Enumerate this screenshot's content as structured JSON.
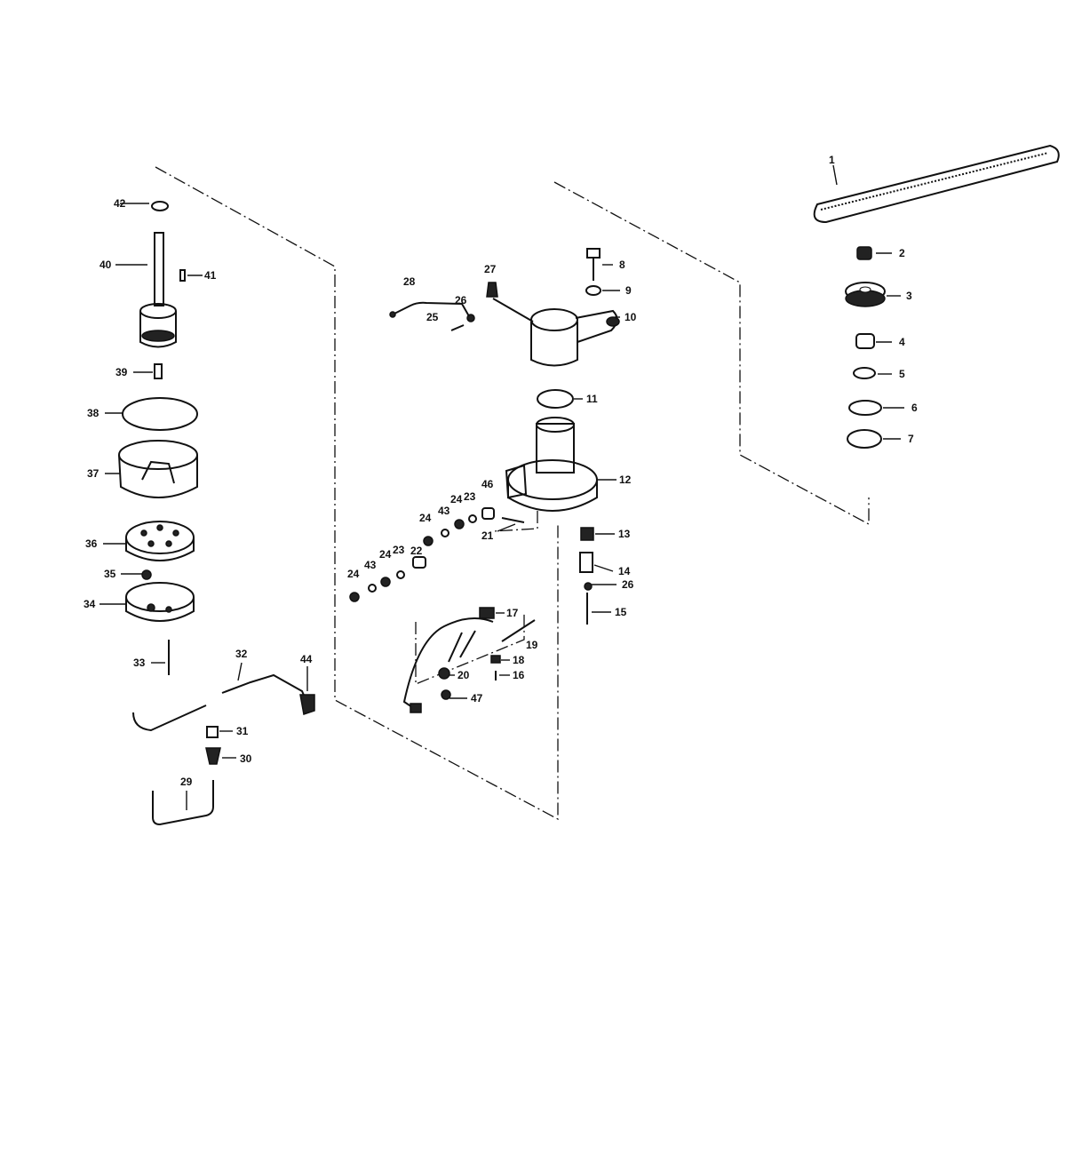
{
  "callouts": [
    {
      "id": "1",
      "text": "1"
    },
    {
      "id": "2",
      "text": "2"
    },
    {
      "id": "3",
      "text": "3"
    },
    {
      "id": "4",
      "text": "4"
    },
    {
      "id": "5",
      "text": "5"
    },
    {
      "id": "6",
      "text": "6"
    },
    {
      "id": "7",
      "text": "7"
    },
    {
      "id": "8",
      "text": "8"
    },
    {
      "id": "9",
      "text": "9"
    },
    {
      "id": "10",
      "text": "10"
    },
    {
      "id": "11",
      "text": "11"
    },
    {
      "id": "12",
      "text": "12"
    },
    {
      "id": "13",
      "text": "13"
    },
    {
      "id": "14",
      "text": "14"
    },
    {
      "id": "15",
      "text": "15"
    },
    {
      "id": "16",
      "text": "16"
    },
    {
      "id": "17",
      "text": "17"
    },
    {
      "id": "18",
      "text": "18"
    },
    {
      "id": "19",
      "text": "19"
    },
    {
      "id": "20",
      "text": "20"
    },
    {
      "id": "21",
      "text": "21"
    },
    {
      "id": "22",
      "text": "22"
    },
    {
      "id": "23a",
      "text": "23"
    },
    {
      "id": "23b",
      "text": "23"
    },
    {
      "id": "24a",
      "text": "24"
    },
    {
      "id": "24b",
      "text": "24"
    },
    {
      "id": "24c",
      "text": "24"
    },
    {
      "id": "24d",
      "text": "24"
    },
    {
      "id": "25",
      "text": "25"
    },
    {
      "id": "26a",
      "text": "26"
    },
    {
      "id": "26b",
      "text": "26"
    },
    {
      "id": "27",
      "text": "27"
    },
    {
      "id": "28",
      "text": "28"
    },
    {
      "id": "29",
      "text": "29"
    },
    {
      "id": "30",
      "text": "30"
    },
    {
      "id": "31",
      "text": "31"
    },
    {
      "id": "32",
      "text": "32"
    },
    {
      "id": "33",
      "text": "33"
    },
    {
      "id": "34",
      "text": "34"
    },
    {
      "id": "35",
      "text": "35"
    },
    {
      "id": "36",
      "text": "36"
    },
    {
      "id": "37",
      "text": "37"
    },
    {
      "id": "38",
      "text": "38"
    },
    {
      "id": "39",
      "text": "39"
    },
    {
      "id": "40",
      "text": "40"
    },
    {
      "id": "41",
      "text": "41"
    },
    {
      "id": "42",
      "text": "42"
    },
    {
      "id": "43a",
      "text": "43"
    },
    {
      "id": "43b",
      "text": "43"
    },
    {
      "id": "44",
      "text": "44"
    },
    {
      "id": "46",
      "text": "46"
    },
    {
      "id": "47",
      "text": "47"
    }
  ]
}
